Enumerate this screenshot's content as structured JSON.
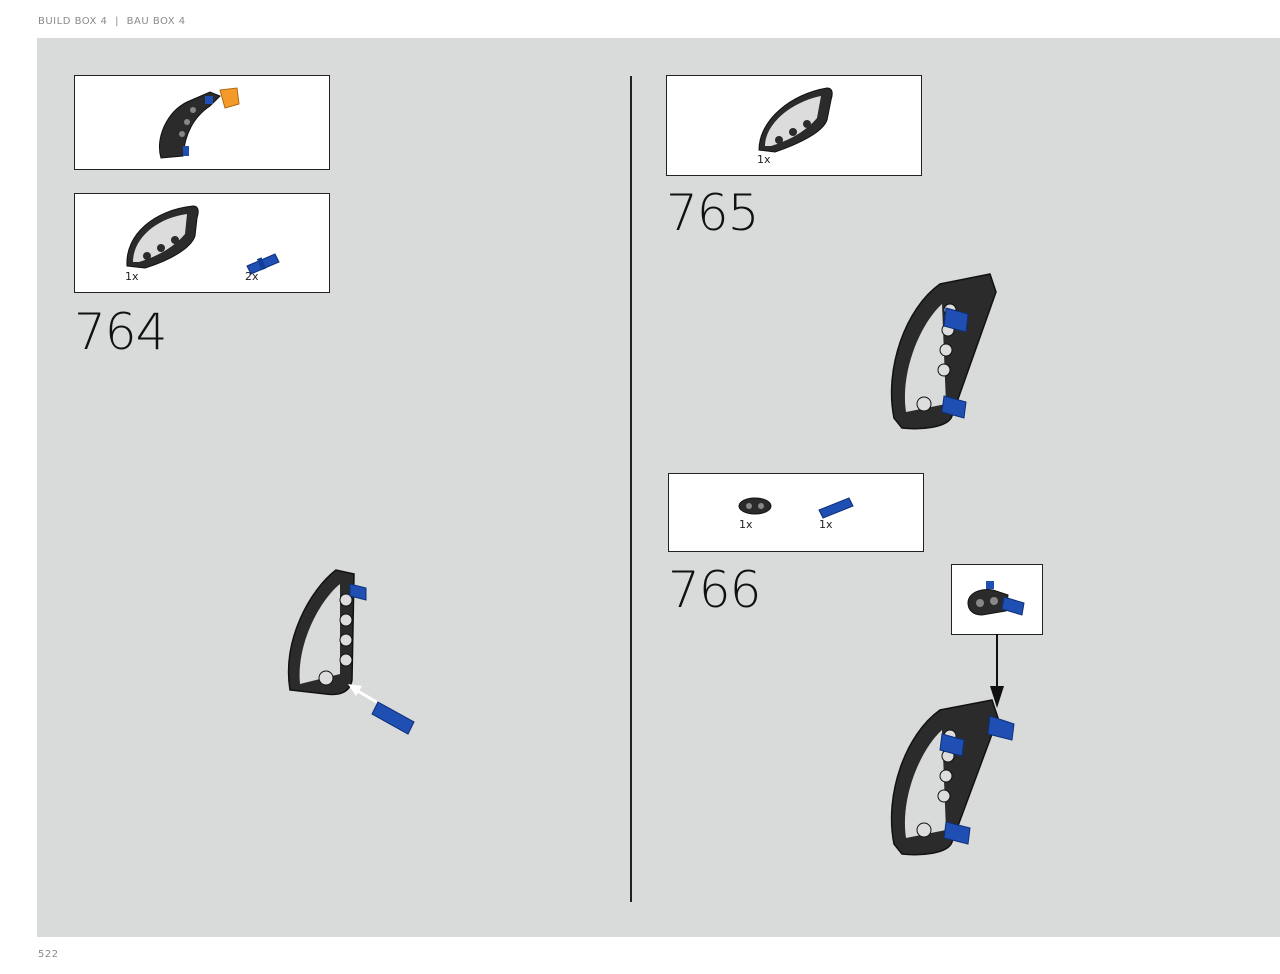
{
  "header": {
    "left": "BUILD BOX 4",
    "separator": "|",
    "right": "BAU BOX 4"
  },
  "footer": {
    "page_number": "522"
  },
  "steps": [
    {
      "number": "764",
      "parts": [
        {
          "qty": "1x",
          "icon": "curved-beam-icon"
        },
        {
          "qty": "2x",
          "icon": "blue-axle-pin-icon"
        }
      ]
    },
    {
      "number": "765",
      "parts": [
        {
          "qty": "1x",
          "icon": "curved-beam-icon"
        }
      ]
    },
    {
      "number": "766",
      "parts": [
        {
          "qty": "1x",
          "icon": "liftarm-icon"
        },
        {
          "qty": "1x",
          "icon": "blue-axle-pin-icon"
        }
      ]
    }
  ],
  "colors": {
    "background": "#d9dbdb",
    "part_dark": "#2b2b2b",
    "part_blue": "#1f4fb3",
    "part_orange": "#f39a2b"
  }
}
